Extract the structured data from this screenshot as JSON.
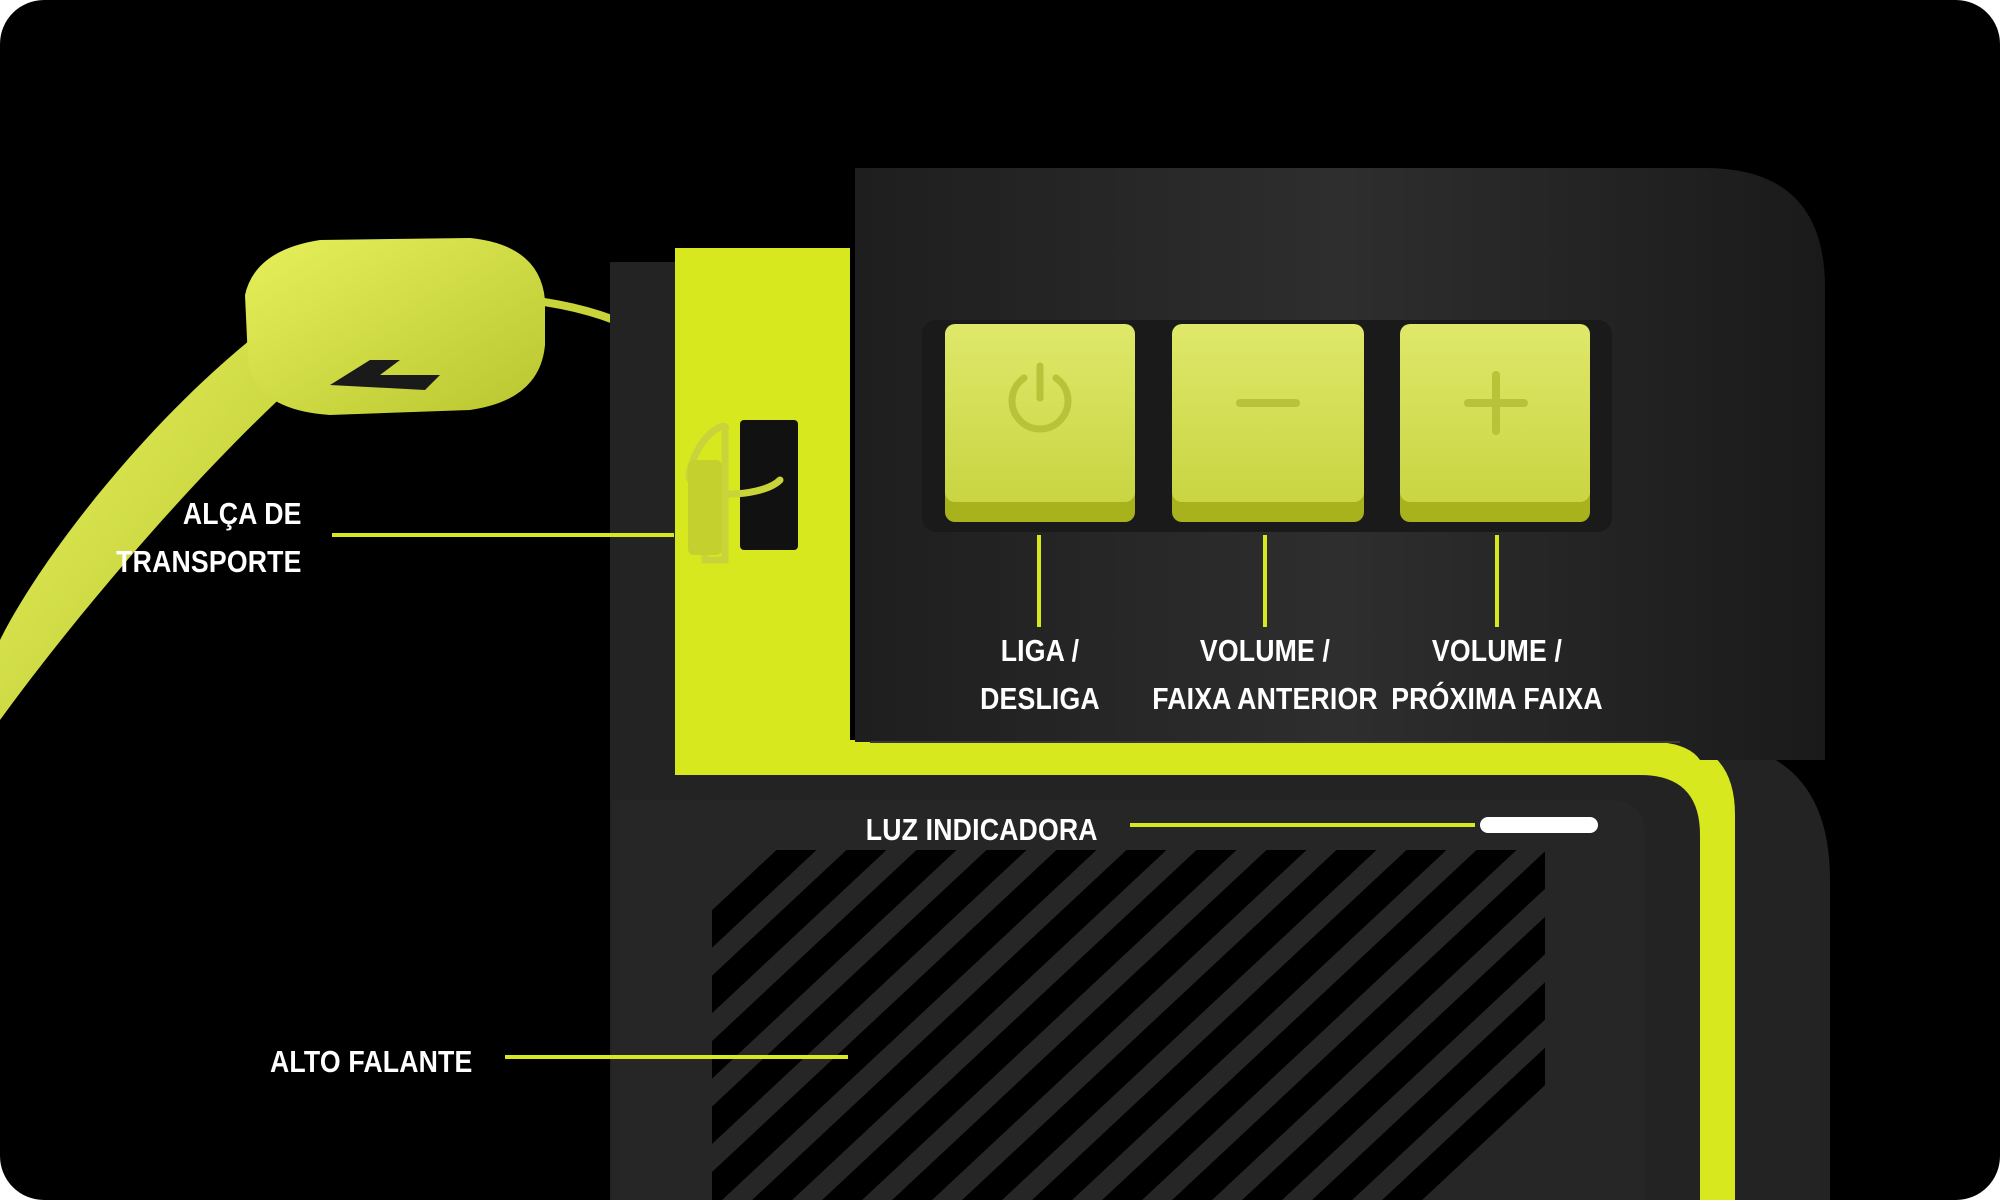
{
  "palette": {
    "background": "#000000",
    "accent": "#d7e81f",
    "button": "#d4e04a",
    "body_dark": "#2b2b2b",
    "label": "#ffffff",
    "indicator": "#ffffff"
  },
  "icons": {
    "power": "power-icon",
    "minus": "minus-icon",
    "plus": "plus-icon",
    "brand": "brand-logo-icon"
  },
  "callouts": {
    "carry_strap": {
      "lines": [
        "ALÇA DE",
        "TRANSPORTE"
      ]
    },
    "power_button": {
      "lines": [
        "LIGA /",
        "DESLIGA"
      ]
    },
    "volume_down": {
      "lines": [
        "VOLUME /",
        "FAIXA ANTERIOR"
      ]
    },
    "volume_up": {
      "lines": [
        "VOLUME /",
        "PRÓXIMA FAIXA"
      ]
    },
    "indicator_light": {
      "lines": [
        "LUZ INDICADORA"
      ]
    },
    "speaker": {
      "lines": [
        "ALTO FALANTE"
      ]
    }
  }
}
